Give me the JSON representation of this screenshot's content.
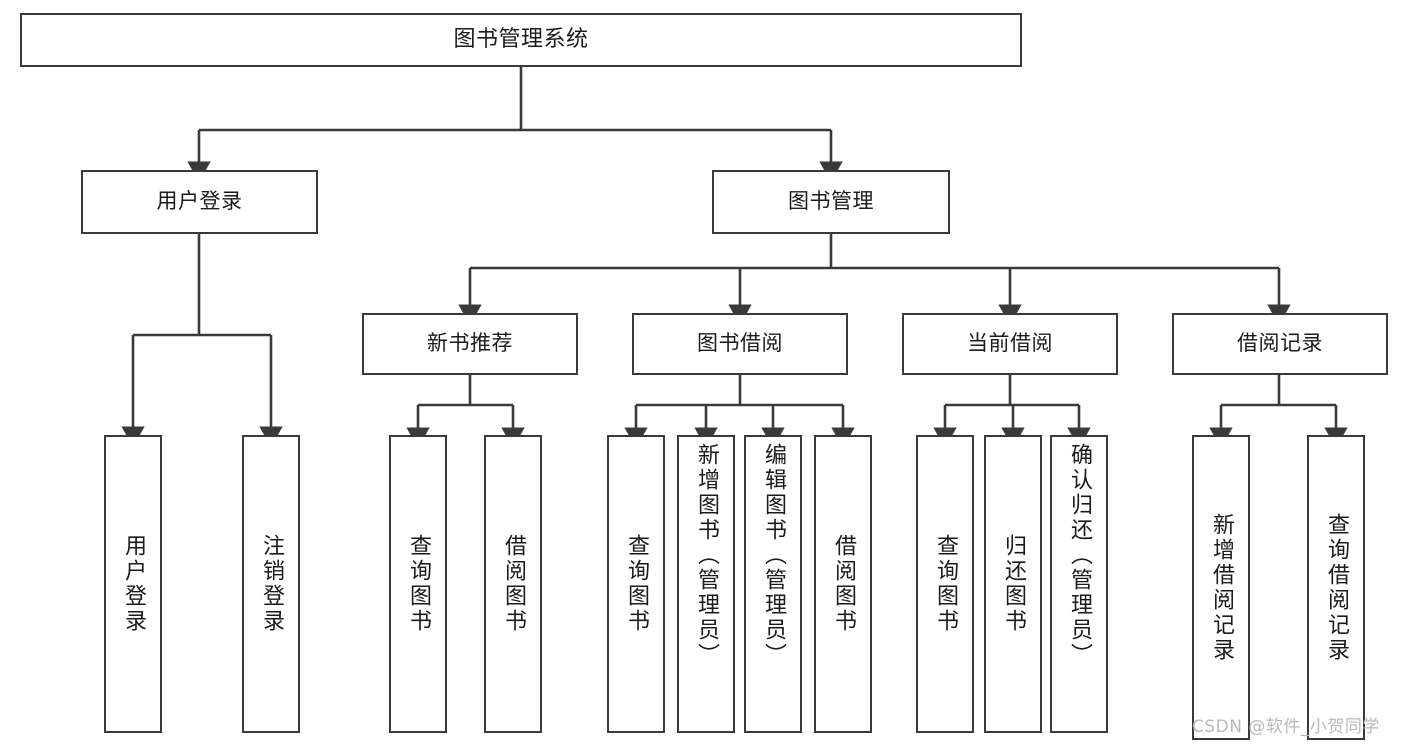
{
  "diagram": {
    "title_node": {
      "label": "图书管理系统"
    },
    "level1": [
      {
        "label": "用户登录"
      },
      {
        "label": "图书管理"
      }
    ],
    "level2": [
      {
        "label": "新书推荐"
      },
      {
        "label": "图书借阅"
      },
      {
        "label": "当前借阅"
      },
      {
        "label": "借阅记录"
      }
    ],
    "leaves": {
      "user_login": [
        {
          "label": "用户登录"
        },
        {
          "label": "注销登录"
        }
      ],
      "new_book": [
        {
          "label": "查询图书"
        },
        {
          "label": "借阅图书"
        }
      ],
      "book_borrow": [
        {
          "label": "查询图书"
        },
        {
          "label": "新增图书（管理员）"
        },
        {
          "label": "编辑图书（管理员）"
        },
        {
          "label": "借阅图书"
        }
      ],
      "current_borrow": [
        {
          "label": "查询图书"
        },
        {
          "label": "归还图书"
        },
        {
          "label": "确认归还（管理员）"
        }
      ],
      "borrow_record": [
        {
          "label": "新增借阅记录"
        },
        {
          "label": "查询借阅记录"
        }
      ]
    }
  },
  "watermark": {
    "text": "CSDN @软件_小贺同学"
  },
  "colors": {
    "border": "#3a3a3a",
    "text": "#1b1b1b",
    "background": "#ffffff",
    "watermark": "#b9b9b9"
  }
}
